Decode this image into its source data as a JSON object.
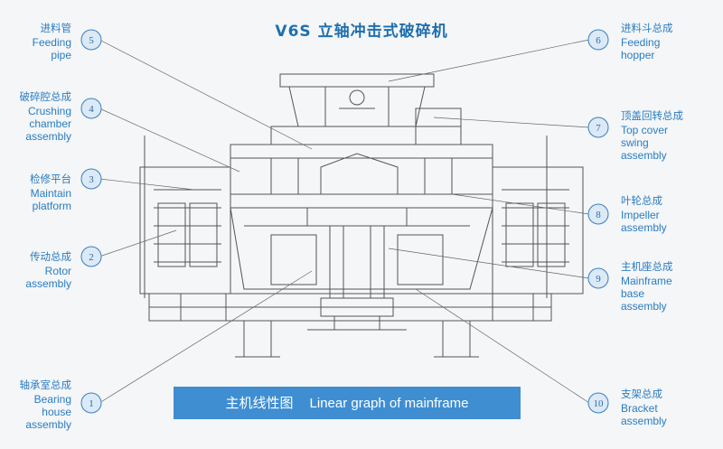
{
  "title": "V6S 立轴冲击式破碎机",
  "banner": {
    "zh": "主机线性图",
    "en": "Linear graph of mainframe"
  },
  "callouts": [
    {
      "num": "5",
      "zh": "进料管",
      "en": "Feeding\npipe"
    },
    {
      "num": "4",
      "zh": "破碎腔总成",
      "en": "Crushing\nchamber\nassembly"
    },
    {
      "num": "3",
      "zh": "检修平台",
      "en": "Maintain\nplatform"
    },
    {
      "num": "2",
      "zh": "传动总成",
      "en": "Rotor\nassembly"
    },
    {
      "num": "1",
      "zh": "轴承室总成",
      "en": "Bearing\nhouse\nassembly"
    },
    {
      "num": "6",
      "zh": "进料斗总成",
      "en": "Feeding\nhopper"
    },
    {
      "num": "7",
      "zh": "顶盖回转总成",
      "en": "Top cover\nswing\nassembly"
    },
    {
      "num": "8",
      "zh": "叶轮总成",
      "en": "Impeller\nassembly"
    },
    {
      "num": "9",
      "zh": "主机座总成",
      "en": "Mainframe\nbase\nassembly"
    },
    {
      "num": "10",
      "zh": "支架总成",
      "en": "Bracket\nassembly"
    }
  ],
  "colors": {
    "accent": "#2a7cc0",
    "banner": "#3f8ed2",
    "line": "#5a5a5a"
  }
}
